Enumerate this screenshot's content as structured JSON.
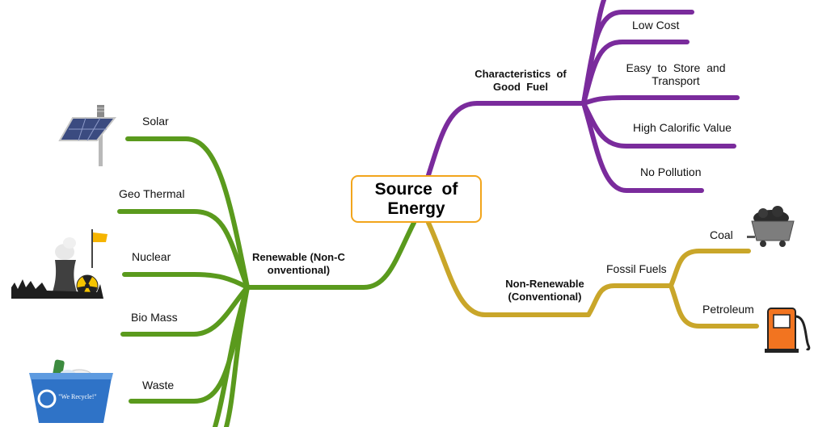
{
  "colors": {
    "renewable": "#5a9a1d",
    "characteristics": "#7a2b9c",
    "non_renewable": "#c9a62a",
    "center_border": "#f2a51c"
  },
  "center": {
    "line1": "Source  of",
    "line2": "Energy"
  },
  "renewable": {
    "label_line1": "Renewable (Non-C",
    "label_line2": "onventional)",
    "items": {
      "solar": "Solar",
      "geo_thermal": "Geo Thermal",
      "nuclear": "Nuclear",
      "bio_mass": "Bio Mass",
      "waste": "Waste"
    },
    "icons": [
      "solar-panel-icon",
      "nuclear-plant-icon",
      "recycle-bin-icon"
    ],
    "recycle_bin_text": "\"We Recycle!\""
  },
  "characteristics": {
    "label_line1": "Characteristics  of",
    "label_line2": "Good  Fuel",
    "items": {
      "low_cost": "Low Cost",
      "easy_store_line1": "Easy  to  Store  and",
      "easy_store_line2": "Transport",
      "high_calorific": "High Calorific Value",
      "no_pollution": "No Pollution"
    }
  },
  "non_renewable": {
    "label_line1": "Non-Renewable",
    "label_line2": "(Conventional)",
    "fossil_fuels": "Fossil Fuels",
    "items": {
      "coal": "Coal",
      "petroleum": "Petroleum"
    },
    "icons": [
      "coal-cart-icon",
      "fuel-pump-icon"
    ]
  }
}
